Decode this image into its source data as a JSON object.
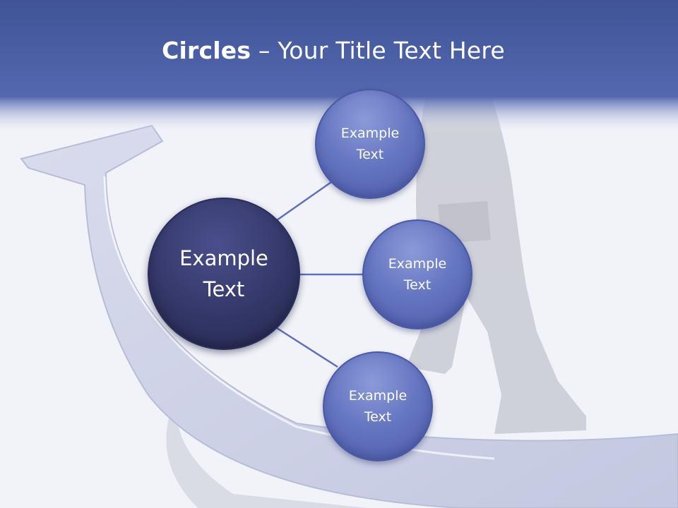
{
  "title": {
    "bold": "Circles",
    "rest": " – Your Title Text Here"
  },
  "center_node": {
    "label": "Example\nText"
  },
  "nodes": [
    {
      "label": "Example\nText"
    },
    {
      "label": "Example\nText"
    },
    {
      "label": "Example\nText"
    }
  ],
  "colors": {
    "header": "#4e63aa",
    "center_fill": "#333768",
    "node_fill": "#6677c2",
    "connector": "#5d6fbf"
  }
}
